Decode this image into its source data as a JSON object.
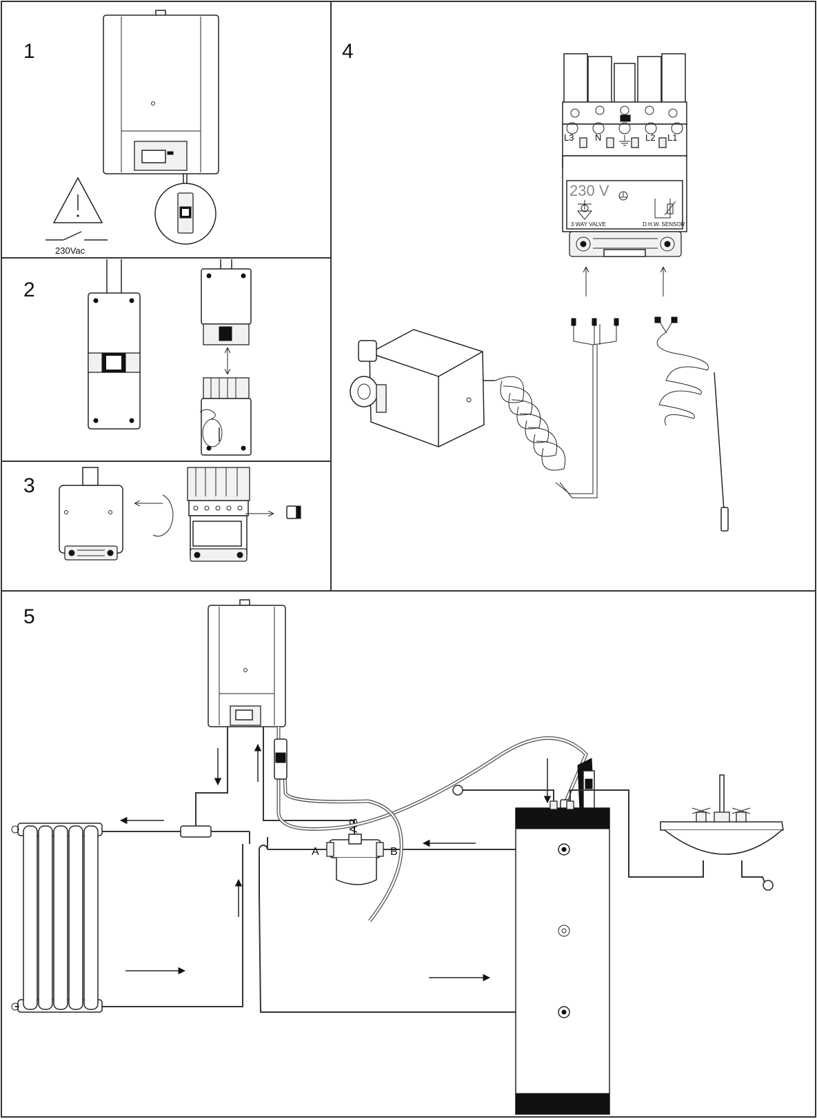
{
  "panels": {
    "p1": {
      "number": "1",
      "switch_label": "230Vac"
    },
    "p2": {
      "number": "2"
    },
    "p3": {
      "number": "3"
    },
    "p4": {
      "number": "4",
      "terminals": [
        "L3",
        "N",
        "L2",
        "L1"
      ],
      "voltage_label": "230 V",
      "valve_label": "3 WAY VALVE",
      "sensor_label": "D.H.W. SENSOR"
    },
    "p5": {
      "number": "5",
      "valve_ports": {
        "a": "A",
        "b": "B",
        "ab": "AB"
      }
    }
  },
  "colors": {
    "line": "#222222",
    "frame": "#333333",
    "background": "#ffffff"
  },
  "icons": [
    "warning-triangle-icon",
    "switch-icon",
    "ground-icon",
    "three-way-valve-icon",
    "thermistor-icon"
  ]
}
